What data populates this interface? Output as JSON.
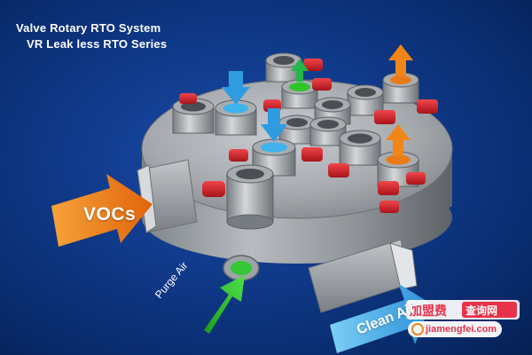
{
  "title": {
    "line1": "Valve Rotary RTO System",
    "line2": "VR Leak less RTO Series"
  },
  "labels": {
    "vocs": "VOCs",
    "purge_air": "Purge Air",
    "clean_air": "Clean Air"
  },
  "watermark": {
    "brand": "加盟费",
    "tag": "查询网",
    "url": "jiamengfei.com"
  },
  "colors": {
    "background": "#0f3887",
    "body_gray": "#9a9fa4",
    "valve_red": "#d81e24",
    "vocs_arrow": "#ef7d10",
    "purge_arrow": "#2fc52a",
    "clean_arrow": "#3aa6e6",
    "inlet_arrow_blue": "#2f9ce0",
    "outlet_arrow_green": "#24b84a",
    "outlet_arrow_orange": "#f08518"
  }
}
